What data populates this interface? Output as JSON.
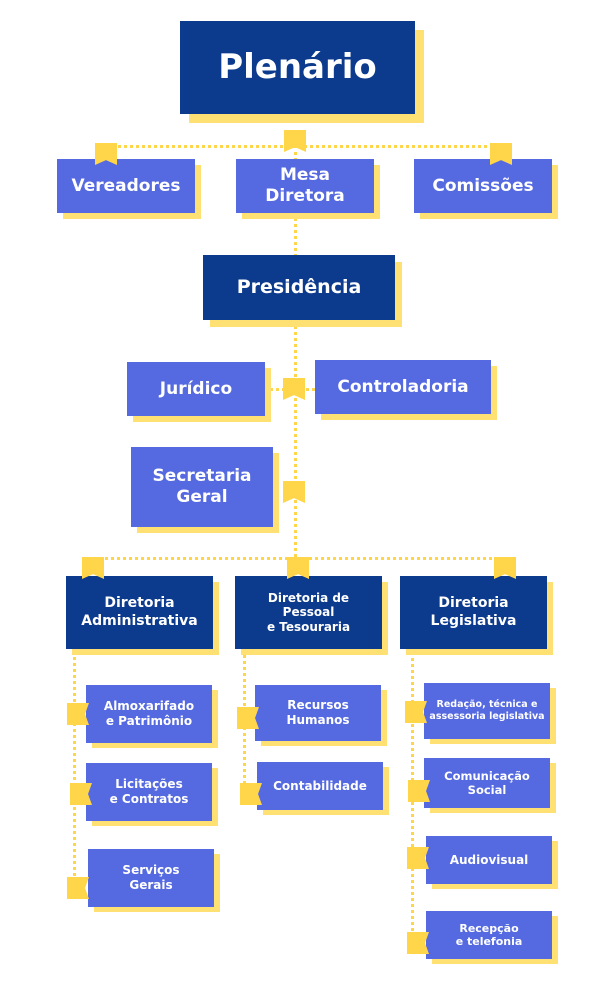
{
  "title": "Organograma",
  "colors": {
    "dark": "#0c3a8c",
    "light": "#5569e0",
    "accent": "#ffd54a",
    "shadow": "#ffe073"
  },
  "nodes": {
    "plenario": "Plenário",
    "vereadores": "Vereadores",
    "mesa_diretora": "Mesa\nDiretora",
    "comissoes": "Comissões",
    "presidencia": "Presidência",
    "juridico": "Jurídico",
    "controladoria": "Controladoria",
    "secretaria_geral": "Secretaria\nGeral",
    "diretoria_administrativa": "Diretoria\nAdministrativa",
    "diretoria_pessoal": "Diretoria de\nPessoal\ne Tesouraria",
    "diretoria_legislativa": "Diretoria\nLegislativa"
  },
  "sub_administrativa": [
    "Almoxarifado\ne Patrimônio",
    "Licitações\ne Contratos",
    "Serviços\nGerais"
  ],
  "sub_pessoal": [
    "Recursos\nHumanos",
    "Contabilidade"
  ],
  "sub_legislativa": [
    "Redação, técnica e\nassessoria legislativa",
    "Comunicação\nSocial",
    "Audiovisual",
    "Recepção\ne telefonia"
  ]
}
